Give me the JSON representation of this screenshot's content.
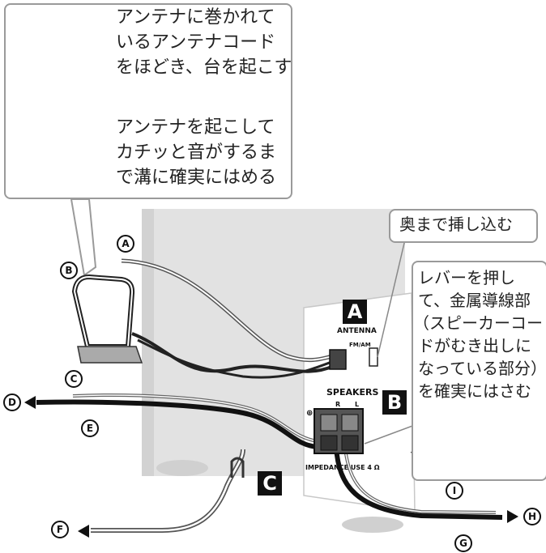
{
  "callout_top": {
    "step1": [
      "アンテナに巻かれて",
      "いるアンテナコード",
      "をほどき、台を起こす"
    ],
    "step2": [
      "アンテナを起こして",
      "カチッと音がするま",
      "で溝に確実にはめる"
    ]
  },
  "callout_insert": "奥まで挿し込む",
  "callout_lever": [
    "レバーを押し",
    "て、金属導線部",
    "（スピーカーコー",
    "ドがむき出しに",
    "なっている部分）",
    "を確実にはさむ"
  ],
  "section_labels": {
    "a": "A",
    "b": "B",
    "c": "C"
  },
  "circle_labels": {
    "a": "A",
    "b": "B",
    "c": "C",
    "d": "D",
    "e": "E",
    "f": "F",
    "g": "G",
    "h": "H",
    "i": "I"
  },
  "panel": {
    "antenna": "ANTENNA",
    "fm_am": "FM/AM",
    "speakers": "SPEAKERS",
    "r": "R",
    "l": "L",
    "plus": "⊕",
    "impedance": "IMPEDANCE USE 4 Ω"
  }
}
